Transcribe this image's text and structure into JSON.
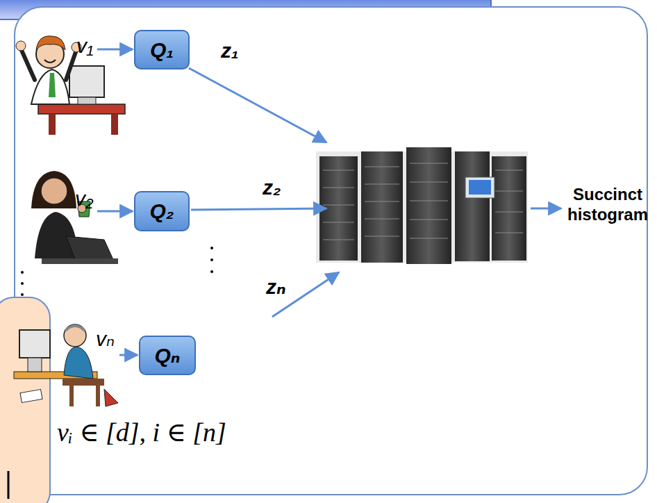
{
  "diagram": {
    "nodes": [
      {
        "text": [
          "Q₁"
        ]
      },
      {
        "text": [
          "Q₂"
        ]
      },
      {
        "text": [
          "Qₙ"
        ]
      }
    ],
    "labels": [
      "v₁",
      "z₁",
      "v₂",
      "z₂",
      "vₙ",
      "zₙ",
      "Succinct histogram",
      "vᵢ ∈ [d], i ∈ [n]"
    ]
  }
}
